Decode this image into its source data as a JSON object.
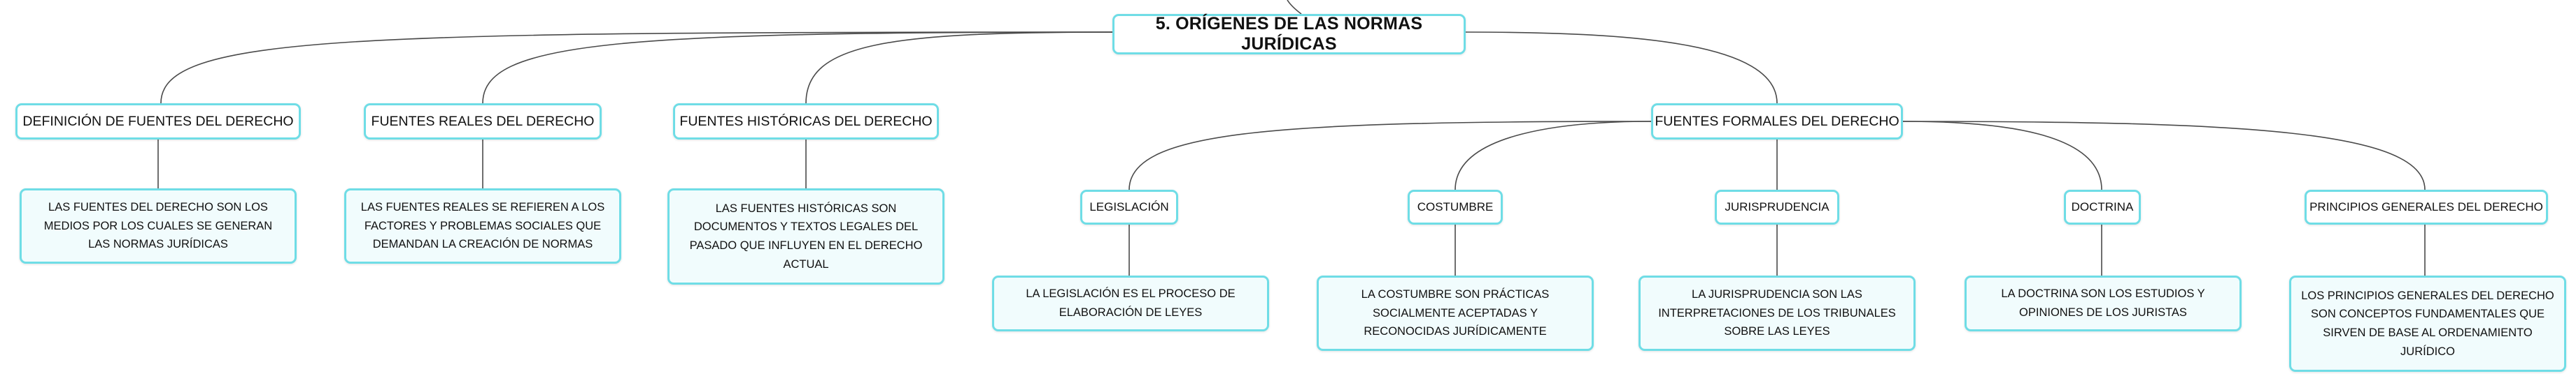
{
  "root": "5. ORÍGENES DE LAS NORMAS JURÍDICAS",
  "topics": {
    "definicion": {
      "title": "DEFINICIÓN DE FUENTES DEL DERECHO",
      "desc": "LAS FUENTES DEL DERECHO SON LOS MEDIOS POR LOS CUALES SE GENERAN LAS NORMAS JURÍDICAS"
    },
    "reales": {
      "title": "FUENTES REALES DEL DERECHO",
      "desc": "LAS FUENTES REALES SE REFIEREN A LOS FACTORES Y PROBLEMAS SOCIALES QUE DEMANDAN LA CREACIÓN DE NORMAS"
    },
    "historicas": {
      "title": "FUENTES HISTÓRICAS DEL DERECHO",
      "desc": "LAS FUENTES HISTÓRICAS SON DOCUMENTOS Y TEXTOS LEGALES DEL PASADO QUE INFLUYEN EN EL DERECHO ACTUAL"
    },
    "formales": {
      "title": "FUENTES FORMALES DEL DERECHO",
      "children": {
        "legislacion": {
          "title": "LEGISLACIÓN",
          "desc": "LA LEGISLACIÓN ES EL PROCESO DE ELABORACIÓN DE LEYES"
        },
        "costumbre": {
          "title": "COSTUMBRE",
          "desc": "LA COSTUMBRE SON PRÁCTICAS SOCIALMENTE ACEPTADAS Y RECONOCIDAS JURÍDICAMENTE"
        },
        "jurisprudencia": {
          "title": "JURISPRUDENCIA",
          "desc": "LA JURISPRUDENCIA SON LAS INTERPRETACIONES DE LOS TRIBUNALES SOBRE LAS LEYES"
        },
        "doctrina": {
          "title": "DOCTRINA",
          "desc": "LA DOCTRINA SON LOS ESTUDIOS Y OPINIONES DE LOS JURISTAS"
        },
        "principios": {
          "title": "PRINCIPIOS GENERALES DEL DERECHO",
          "desc": "LOS PRINCIPIOS GENERALES DEL DERECHO SON CONCEPTOS FUNDAMENTALES QUE SIRVEN DE BASE AL ORDENAMIENTO JURÍDICO"
        }
      }
    }
  },
  "colors": {
    "border": "#6fdde6",
    "leaf_fill": "#f1fcfd",
    "connector": "#4a4a4a"
  }
}
